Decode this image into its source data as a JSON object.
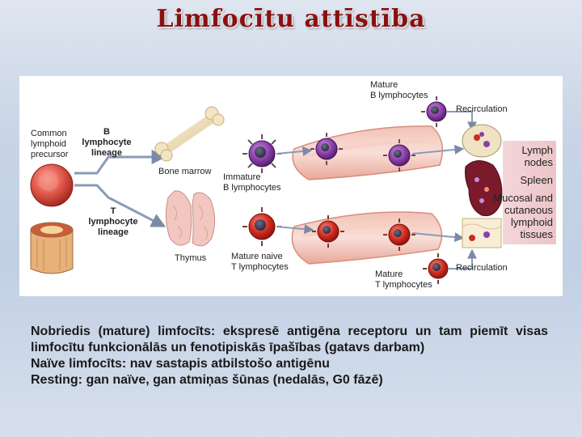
{
  "title": "Limfocītu attīstība",
  "figure": {
    "labels": {
      "common_precursor": [
        "Common",
        "lymphoid",
        "precursor"
      ],
      "b_lineage": [
        "B",
        "lymphocyte",
        "lineage"
      ],
      "t_lineage": [
        "T",
        "lymphocyte",
        "lineage"
      ],
      "bone_marrow": "Bone marrow",
      "thymus": "Thymus",
      "immature_b": [
        "Immature",
        "B lymphocytes"
      ],
      "mature_naive_t": [
        "Mature naive",
        "T lymphocytes"
      ],
      "mature_b": [
        "Mature",
        "B lymphocytes"
      ],
      "mature_t": [
        "Mature",
        "T lymphocytes"
      ],
      "recirculation_top": "Recirculation",
      "recirculation_bottom": "Recirculation",
      "lymph_nodes": [
        "Lymph",
        "nodes"
      ],
      "spleen": "Spleen",
      "mucosal": [
        "Mucosal and",
        "cutaneous",
        "lymphoid",
        "tissues"
      ]
    },
    "colors": {
      "b_cell": "#8a3fa8",
      "t_cell": "#d02a1f",
      "vessel": "#e7a89a",
      "tissue_bg": "#f7dede"
    }
  },
  "text": {
    "def_mature": "Nobriedis (mature) limfocīts: ekspresē antigēna receptoru un tam piemīt visas limfocītu funkcionālās un fenotipiskās īpašības (gatavs darbam)",
    "def_naive": "Naïve limfocīts: nav sastapis atbilstošo antigēnu",
    "def_resting": "Resting: gan naïve, gan atmiņas šūnas (nedalās, G0 fāzē)"
  }
}
